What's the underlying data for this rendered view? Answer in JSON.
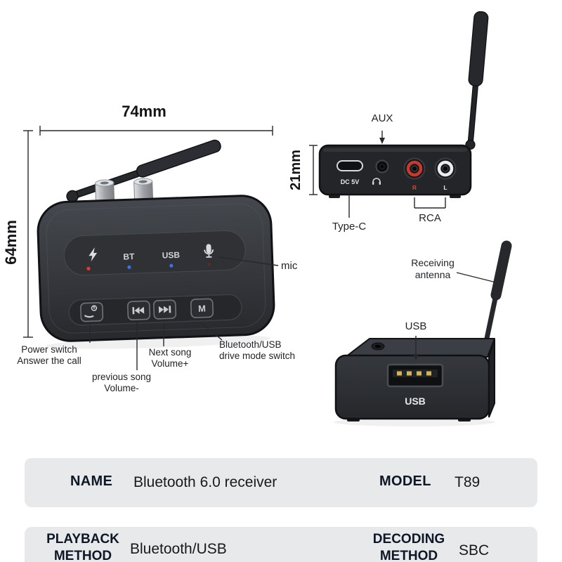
{
  "dimensions": {
    "front_width": "74mm",
    "front_height": "64mm",
    "back_height": "21mm"
  },
  "front_device": {
    "bt": "BT",
    "usb": "USB",
    "mode_button": "M"
  },
  "back_device": {
    "typec_print": "DC 5V",
    "rca_right": "R",
    "rca_left": "L"
  },
  "perspective_device": {
    "usb_print": "USB"
  },
  "callouts": {
    "aux": "AUX",
    "type_c": "Type-C",
    "rca": "RCA",
    "mic": "mic",
    "usb": "USB",
    "receiving_antenna": {
      "line1": "Receiving",
      "line2": "antenna"
    },
    "power": {
      "line1": "Power switch",
      "line2": "Answer the call"
    },
    "previous": {
      "line1": "previous song",
      "line2": "Volume-"
    },
    "next": {
      "line1": "Next song",
      "line2": "Volume+"
    },
    "mode": {
      "line1": "Bluetooth/USB",
      "line2": "drive mode switch"
    }
  },
  "spec_table": {
    "row1": {
      "name_label": "NAME",
      "name_value": "Bluetooth 6.0 receiver",
      "model_label": "MODEL",
      "model_value": "T89"
    },
    "row2": {
      "playback_line1": "PLAYBACK",
      "playback_line2": "METHOD",
      "playback_value": "Bluetooth/USB",
      "decoding_line1": "DECODING",
      "decoding_line2": "METHOD",
      "decoding_value": "SBC"
    }
  },
  "colors": {
    "accent_red": "#d43c31",
    "accent_blue": "#3f6fe2",
    "device_dark": "#26282c",
    "table_bg": "#e8e9eb"
  }
}
